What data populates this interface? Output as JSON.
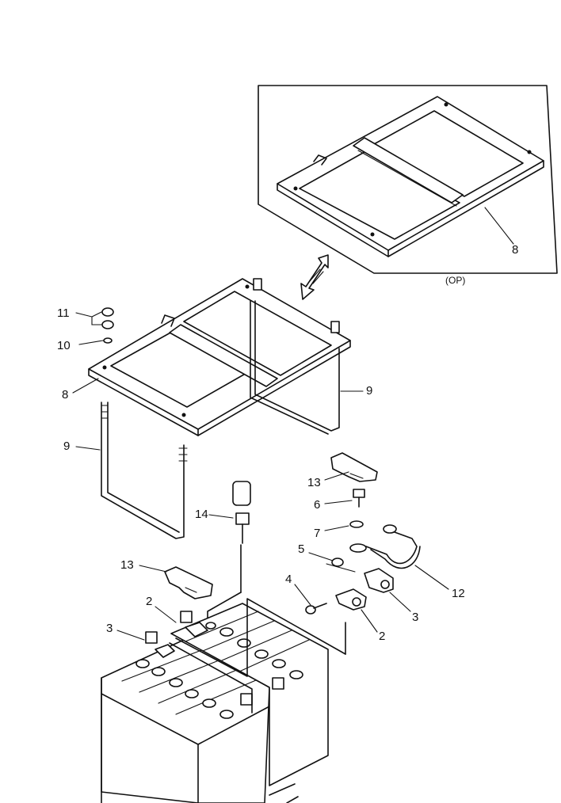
{
  "callouts": {
    "c1": "2",
    "c2": "2",
    "c3": "3",
    "c4": "3",
    "c5": "4",
    "c6": "5",
    "c7": "6",
    "c8": "7",
    "c9": "8",
    "c10": "8",
    "c11": "9",
    "c12": "9",
    "c13": "10",
    "c14": "11",
    "c15": "12",
    "c16": "13",
    "c17": "13",
    "c18": "14"
  },
  "option_label": "(OP)"
}
